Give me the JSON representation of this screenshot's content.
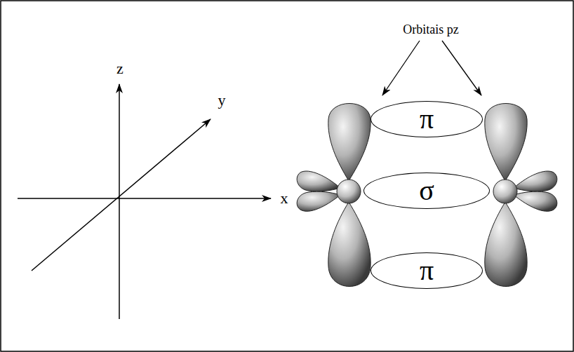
{
  "diagram": {
    "nodes": [
      {
        "text": [
          "π"
        ]
      },
      {
        "text": [
          "σ"
        ]
      },
      {
        "text": [
          "π"
        ]
      }
    ],
    "labels": [
      "z",
      "y",
      "x",
      "Orbitais pz"
    ]
  }
}
